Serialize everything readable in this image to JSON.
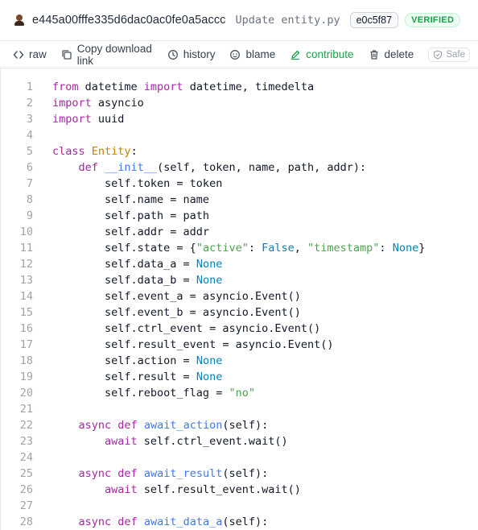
{
  "commit": {
    "hash": "e445a00fffe335d6dac0ac0fe0a5accc",
    "message": "Update entity.py",
    "short_sha": "e0c5f87",
    "verified_label": "VERIFIED"
  },
  "toolbar": {
    "raw": "raw",
    "copy": "Copy download link",
    "history": "history",
    "blame": "blame",
    "contribute": "contribute",
    "delete": "delete",
    "safe": "Safe"
  },
  "icons": {
    "raw": "code-icon",
    "copy": "copy-icon",
    "history": "clock-icon",
    "blame": "smiley-icon",
    "contribute": "pencil-icon",
    "delete": "trash-icon",
    "safe": "shield-check-icon"
  },
  "colors": {
    "keyword": "#a626a4",
    "class_name": "#c18401",
    "function": "#4078f2",
    "string": "#50a14f",
    "constant": "#0184bc",
    "verified": "#16a34a"
  },
  "code_lines": [
    {
      "n": "1",
      "tokens": [
        [
          "kw",
          "from"
        ],
        [
          "t",
          " datetime "
        ],
        [
          "kw",
          "import"
        ],
        [
          "t",
          " datetime, timedelta"
        ]
      ]
    },
    {
      "n": "2",
      "tokens": [
        [
          "kw",
          "import"
        ],
        [
          "t",
          " asyncio"
        ]
      ]
    },
    {
      "n": "3",
      "tokens": [
        [
          "kw",
          "import"
        ],
        [
          "t",
          " uuid"
        ]
      ]
    },
    {
      "n": "4",
      "tokens": []
    },
    {
      "n": "5",
      "tokens": [
        [
          "kw",
          "class"
        ],
        [
          "t",
          " "
        ],
        [
          "cls",
          "Entity"
        ],
        [
          "t",
          ":"
        ]
      ]
    },
    {
      "n": "6",
      "tokens": [
        [
          "t",
          "    "
        ],
        [
          "kw",
          "def"
        ],
        [
          "t",
          " "
        ],
        [
          "fn",
          "__init__"
        ],
        [
          "t",
          "(self, token, name, path, addr):"
        ]
      ]
    },
    {
      "n": "7",
      "tokens": [
        [
          "t",
          "        self.token = token"
        ]
      ]
    },
    {
      "n": "8",
      "tokens": [
        [
          "t",
          "        self.name = name"
        ]
      ]
    },
    {
      "n": "9",
      "tokens": [
        [
          "t",
          "        self.path = path"
        ]
      ]
    },
    {
      "n": "10",
      "tokens": [
        [
          "t",
          "        self.addr = addr"
        ]
      ]
    },
    {
      "n": "11",
      "tokens": [
        [
          "t",
          "        self.state = {"
        ],
        [
          "str",
          "\"active\""
        ],
        [
          "t",
          ": "
        ],
        [
          "con",
          "False"
        ],
        [
          "t",
          ", "
        ],
        [
          "str",
          "\"timestamp\""
        ],
        [
          "t",
          ": "
        ],
        [
          "con",
          "None"
        ],
        [
          "t",
          "}"
        ]
      ]
    },
    {
      "n": "12",
      "tokens": [
        [
          "t",
          "        self.data_a = "
        ],
        [
          "con",
          "None"
        ]
      ]
    },
    {
      "n": "13",
      "tokens": [
        [
          "t",
          "        self.data_b = "
        ],
        [
          "con",
          "None"
        ]
      ]
    },
    {
      "n": "14",
      "tokens": [
        [
          "t",
          "        self.event_a = asyncio.Event()"
        ]
      ]
    },
    {
      "n": "15",
      "tokens": [
        [
          "t",
          "        self.event_b = asyncio.Event()"
        ]
      ]
    },
    {
      "n": "16",
      "tokens": [
        [
          "t",
          "        self.ctrl_event = asyncio.Event()"
        ]
      ]
    },
    {
      "n": "17",
      "tokens": [
        [
          "t",
          "        self.result_event = asyncio.Event()"
        ]
      ]
    },
    {
      "n": "18",
      "tokens": [
        [
          "t",
          "        self.action = "
        ],
        [
          "con",
          "None"
        ]
      ]
    },
    {
      "n": "19",
      "tokens": [
        [
          "t",
          "        self.result = "
        ],
        [
          "con",
          "None"
        ]
      ]
    },
    {
      "n": "20",
      "tokens": [
        [
          "t",
          "        self.reboot_flag = "
        ],
        [
          "str",
          "\"no\""
        ]
      ]
    },
    {
      "n": "21",
      "tokens": []
    },
    {
      "n": "22",
      "tokens": [
        [
          "t",
          "    "
        ],
        [
          "kw",
          "async def"
        ],
        [
          "t",
          " "
        ],
        [
          "fn",
          "await_action"
        ],
        [
          "t",
          "(self):"
        ]
      ]
    },
    {
      "n": "23",
      "tokens": [
        [
          "t",
          "        "
        ],
        [
          "kw",
          "await"
        ],
        [
          "t",
          " self.ctrl_event.wait()"
        ]
      ]
    },
    {
      "n": "24",
      "tokens": []
    },
    {
      "n": "25",
      "tokens": [
        [
          "t",
          "    "
        ],
        [
          "kw",
          "async def"
        ],
        [
          "t",
          " "
        ],
        [
          "fn",
          "await_result"
        ],
        [
          "t",
          "(self):"
        ]
      ]
    },
    {
      "n": "26",
      "tokens": [
        [
          "t",
          "        "
        ],
        [
          "kw",
          "await"
        ],
        [
          "t",
          " self.result_event.wait()"
        ]
      ]
    },
    {
      "n": "27",
      "tokens": []
    },
    {
      "n": "28",
      "tokens": [
        [
          "t",
          "    "
        ],
        [
          "kw",
          "async def"
        ],
        [
          "t",
          " "
        ],
        [
          "fn",
          "await_data_a"
        ],
        [
          "t",
          "(self):"
        ]
      ]
    }
  ]
}
